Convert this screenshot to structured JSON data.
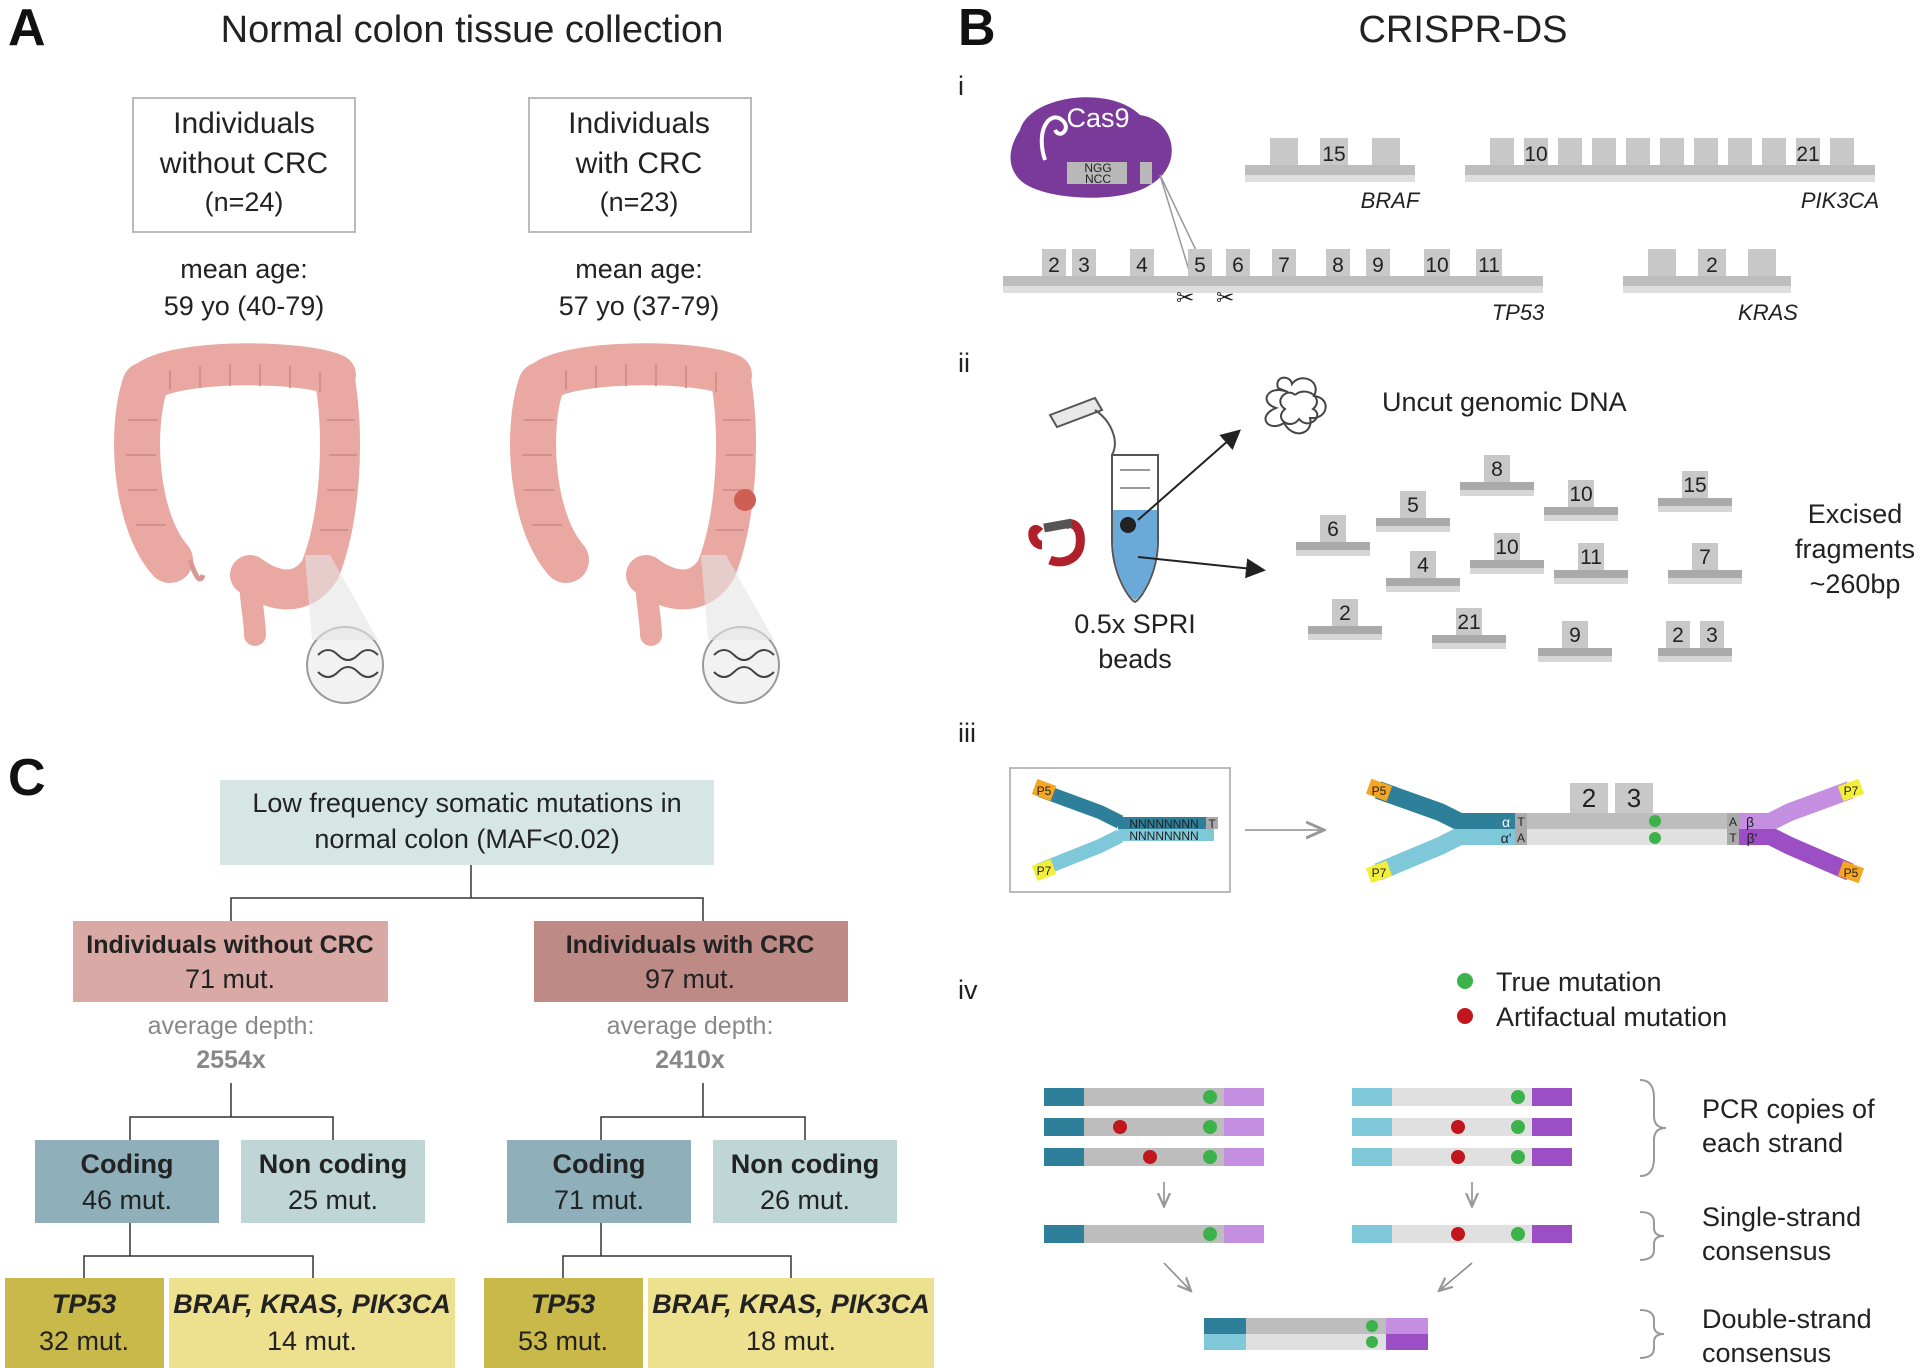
{
  "panel_a": {
    "letter": "A",
    "title": "Normal colon tissue collection",
    "group1": {
      "line1": "Individuals",
      "line2": "without CRC",
      "n": "(n=24)",
      "age_label": "mean age:",
      "age": "59 yo (40-79)"
    },
    "group2": {
      "line1": "Individuals",
      "line2": "with CRC",
      "n": "(n=23)",
      "age_label": "mean age:",
      "age": "57 yo (37-79)"
    }
  },
  "panel_b": {
    "letter": "B",
    "title": "CRISPR-DS",
    "i": {
      "label": "i",
      "cas9": "Cas9",
      "ngg": "NGG",
      "ncc": "NCC",
      "braf": {
        "gene": "BRAF",
        "exons": [
          "15"
        ]
      },
      "pik3ca": {
        "gene": "PIK3CA",
        "exons": [
          "10",
          "21"
        ]
      },
      "tp53": {
        "gene": "TP53",
        "exons": [
          "2",
          "3",
          "4",
          "5",
          "6",
          "7",
          "8",
          "9",
          "10",
          "11"
        ]
      },
      "kras": {
        "gene": "KRAS",
        "exons": [
          "2"
        ]
      }
    },
    "ii": {
      "label": "ii",
      "uncut": "Uncut genomic DNA",
      "beads_line1": "0.5x SPRI",
      "beads_line2": "beads",
      "excised_line1": "Excised",
      "excised_line2": "fragments",
      "excised_line3": "~260bp",
      "fragments": [
        "8",
        "5",
        "10",
        "15",
        "6",
        "10",
        "11",
        "4",
        "7",
        "2",
        "21",
        "9",
        "2",
        "3"
      ]
    },
    "iii": {
      "label": "iii",
      "p5": "P5",
      "p7": "P7",
      "nnn": "NNNNNNNN",
      "t": "T",
      "a": "A",
      "alpha": "α",
      "alpha_prime": "α'",
      "beta": "β",
      "beta_prime": "β'",
      "exon2": "2",
      "exon3": "3"
    },
    "iv": {
      "label": "iv",
      "legend_true": "True mutation",
      "legend_artifact": "Artifactual mutation",
      "pcr_line1": "PCR copies of",
      "pcr_line2": "each strand",
      "sscs_line1": "Single-strand",
      "sscs_line2": "consensus",
      "dcs_line1": "Double-strand",
      "dcs_line2": "consensus"
    }
  },
  "panel_c": {
    "letter": "C",
    "root_line1": "Low frequency somatic mutations in",
    "root_line2": "normal colon (MAF<0.02)",
    "left": {
      "title": "Individuals without CRC",
      "count": "71 mut.",
      "depth_label": "average depth:",
      "depth": "2554x",
      "coding_title": "Coding",
      "coding_count": "46 mut.",
      "noncoding_title": "Non coding",
      "noncoding_count": "25 mut.",
      "tp53_title": "TP53",
      "tp53_count": "32 mut.",
      "other_title": "BRAF, KRAS, PIK3CA",
      "other_count": "14 mut."
    },
    "right": {
      "title": "Individuals with CRC",
      "count": "97 mut.",
      "depth_label": "average depth:",
      "depth": "2410x",
      "coding_title": "Coding",
      "coding_count": "71 mut.",
      "noncoding_title": "Non coding",
      "noncoding_count": "26 mut.",
      "tp53_title": "TP53",
      "tp53_count": "53 mut.",
      "other_title": "BRAF, KRAS, PIK3CA",
      "other_count": "18 mut."
    }
  },
  "colors": {
    "colon": "#e9a9a2",
    "tumor": "#cf5f54",
    "cas9": "#7a3a9a",
    "root_box": "#d6e6e5",
    "without_crc_box": "#d9a9a6",
    "with_crc_box": "#be8a86",
    "coding_box": "#8fb0ba",
    "noncoding_box": "#bfd5d6",
    "tp53_box": "#c9b84a",
    "other_box": "#ede08f",
    "alpha_dark": "#2d7f9a",
    "alpha_light": "#7ec8d9",
    "beta_dark": "#9c4fc4",
    "beta_light": "#c48fe0",
    "p5": "#f5a623",
    "p7": "#f2ee3a",
    "true_mutation": "#3bb24a",
    "artifact_mutation": "#c0161c"
  }
}
